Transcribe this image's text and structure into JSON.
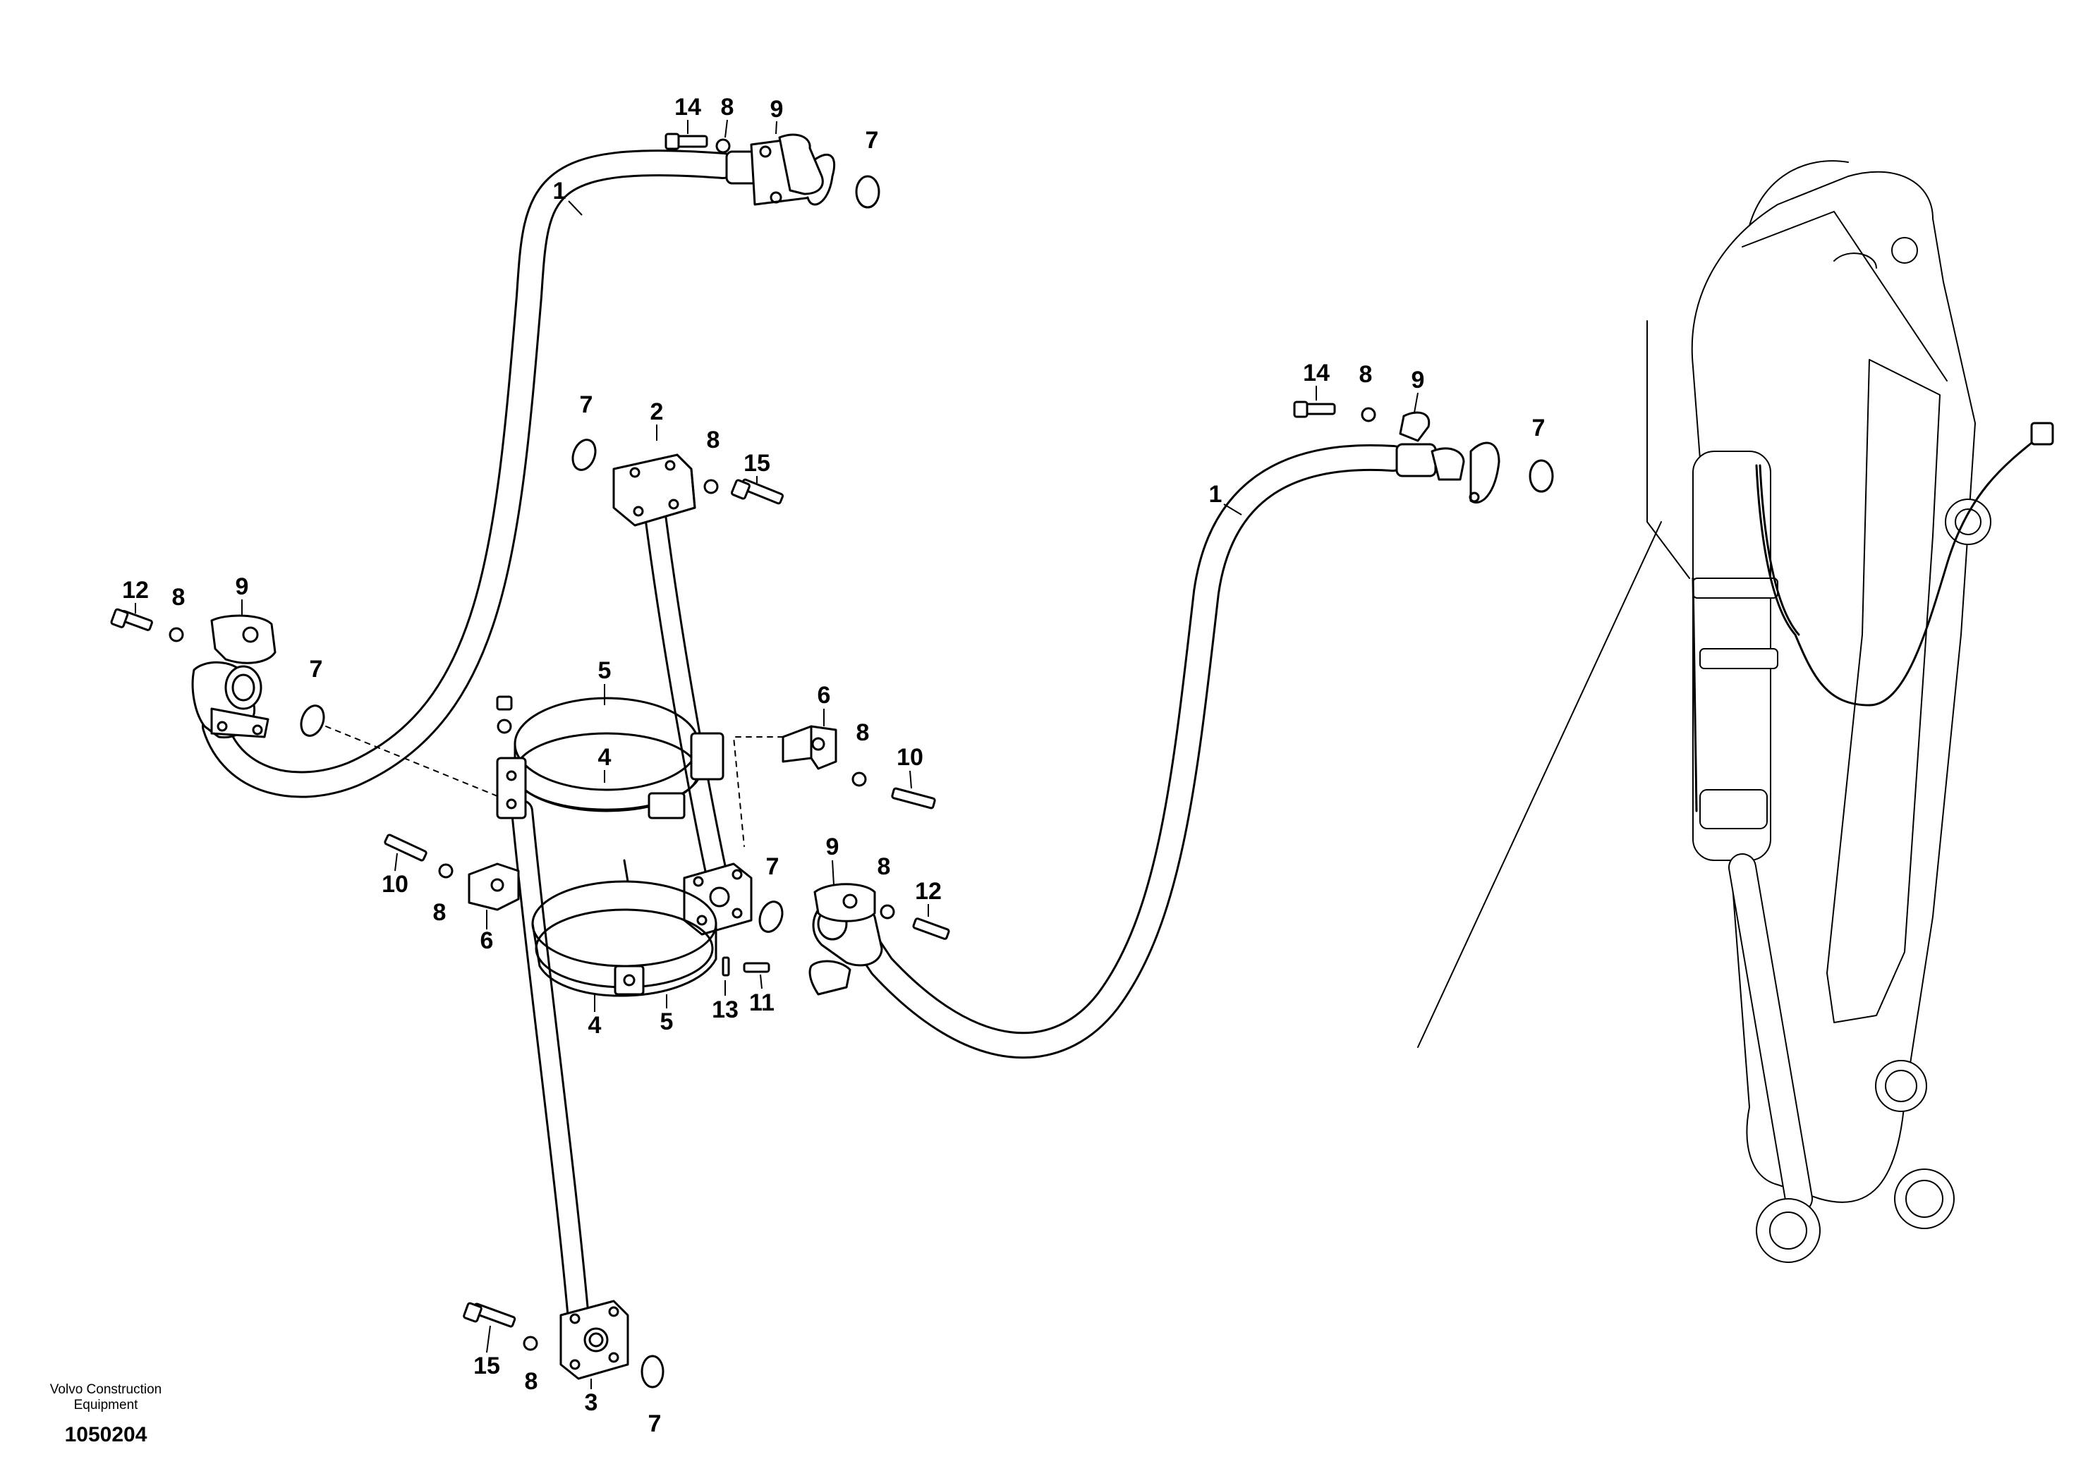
{
  "caption": {
    "maker_line1": "Volvo Construction",
    "maker_line2": "Equipment",
    "figure_number": "1050204"
  },
  "callouts": {
    "c1_top": "1",
    "c1_mid": "1",
    "c2": "2",
    "c3": "3",
    "c4_upper": "4",
    "c4_lower": "4",
    "c5_upper": "5",
    "c5_lower": "5",
    "c6_right": "6",
    "c6_left": "6",
    "c7_top": "7",
    "c7_upper_left": "7",
    "c7_left": "7",
    "c7_mid_right": "7",
    "c7_right": "7",
    "c7_bottom": "7",
    "c8_top": "8",
    "c8_left": "8",
    "c8_upper": "8",
    "c8_right_clamp": "8",
    "c8_lower_left": "8",
    "c8_mid_right": "8",
    "c8_right": "8",
    "c8_bottom": "8",
    "c9_top": "9",
    "c9_left": "9",
    "c9_mid_right": "9",
    "c9_right": "9",
    "c10_right": "10",
    "c10_left": "10",
    "c11": "11",
    "c12_left": "12",
    "c12_right": "12",
    "c13": "13",
    "c14_top": "14",
    "c14_right": "14",
    "c15_upper": "15",
    "c15_bottom": "15"
  }
}
